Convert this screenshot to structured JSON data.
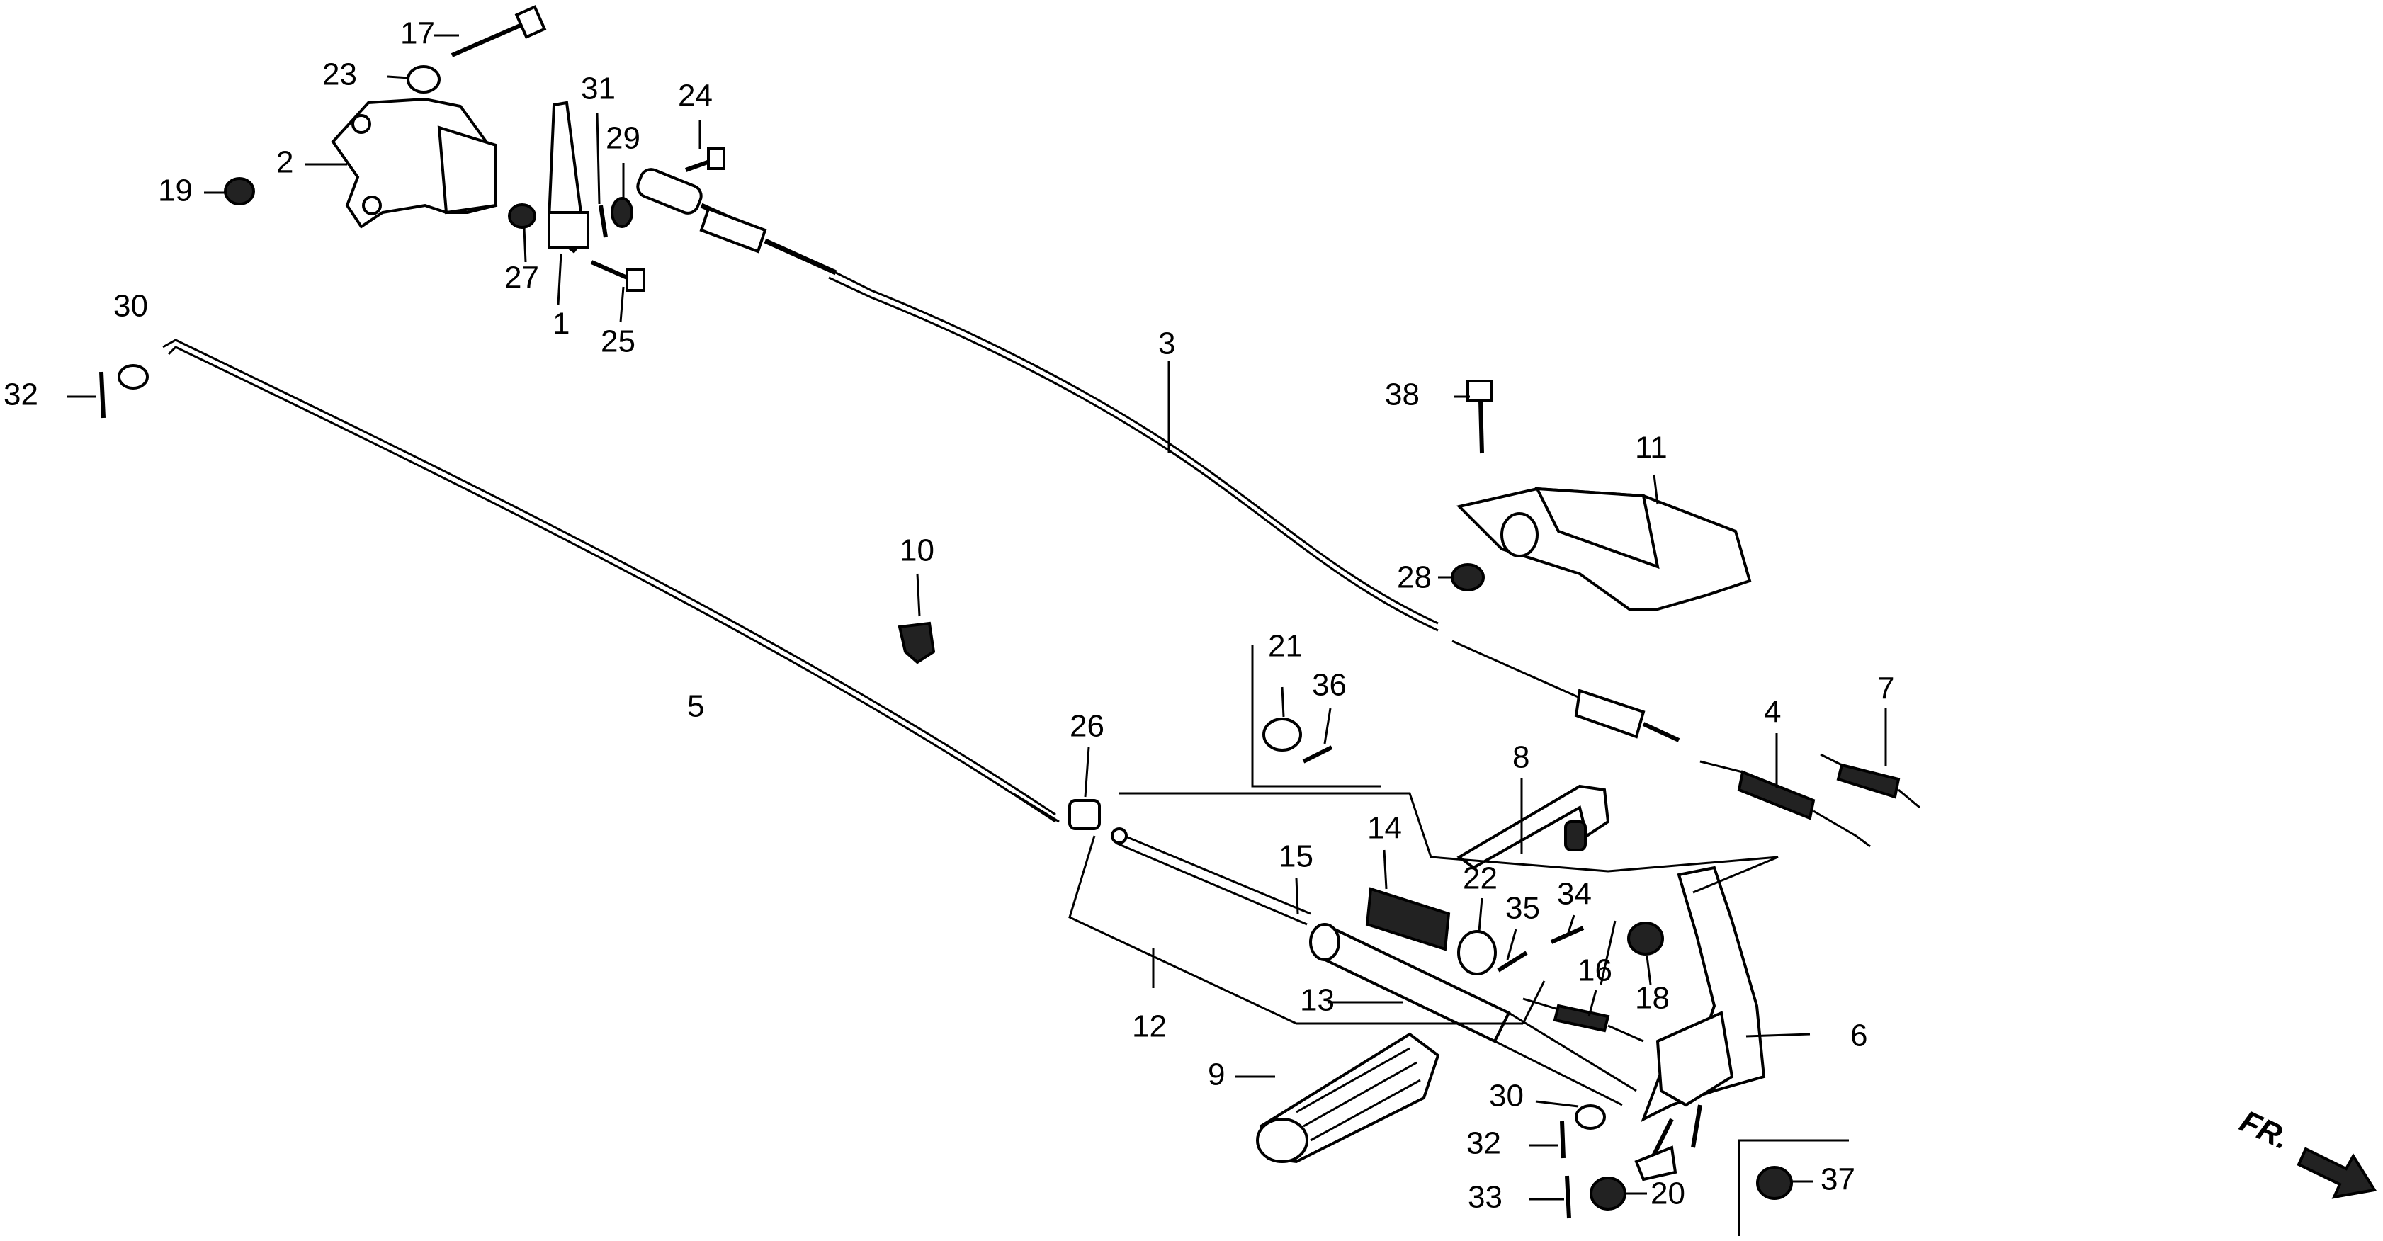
{
  "diagram": {
    "title": "Brake pedal / parking brake linkage exploded view",
    "direction_label": "FR.",
    "callouts": [
      {
        "id": "c1",
        "label": "1"
      },
      {
        "id": "c2",
        "label": "2"
      },
      {
        "id": "c3",
        "label": "3"
      },
      {
        "id": "c4",
        "label": "4"
      },
      {
        "id": "c5",
        "label": "5"
      },
      {
        "id": "c6",
        "label": "6"
      },
      {
        "id": "c7",
        "label": "7"
      },
      {
        "id": "c8",
        "label": "8"
      },
      {
        "id": "c9",
        "label": "9"
      },
      {
        "id": "c10",
        "label": "10"
      },
      {
        "id": "c11",
        "label": "11"
      },
      {
        "id": "c12",
        "label": "12"
      },
      {
        "id": "c13",
        "label": "13"
      },
      {
        "id": "c14",
        "label": "14"
      },
      {
        "id": "c15",
        "label": "15"
      },
      {
        "id": "c16",
        "label": "16"
      },
      {
        "id": "c17",
        "label": "17"
      },
      {
        "id": "c18",
        "label": "18"
      },
      {
        "id": "c19",
        "label": "19"
      },
      {
        "id": "c20",
        "label": "20"
      },
      {
        "id": "c21",
        "label": "21"
      },
      {
        "id": "c22",
        "label": "22"
      },
      {
        "id": "c23",
        "label": "23"
      },
      {
        "id": "c24",
        "label": "24"
      },
      {
        "id": "c25",
        "label": "25"
      },
      {
        "id": "c26",
        "label": "26"
      },
      {
        "id": "c27",
        "label": "27"
      },
      {
        "id": "c28",
        "label": "28"
      },
      {
        "id": "c29",
        "label": "29"
      },
      {
        "id": "c30a",
        "label": "30"
      },
      {
        "id": "c30b",
        "label": "30"
      },
      {
        "id": "c31",
        "label": "31"
      },
      {
        "id": "c32a",
        "label": "32"
      },
      {
        "id": "c32b",
        "label": "32"
      },
      {
        "id": "c33",
        "label": "33"
      },
      {
        "id": "c34",
        "label": "34"
      },
      {
        "id": "c35",
        "label": "35"
      },
      {
        "id": "c36",
        "label": "36"
      },
      {
        "id": "c37",
        "label": "37"
      },
      {
        "id": "c38",
        "label": "38"
      }
    ]
  }
}
